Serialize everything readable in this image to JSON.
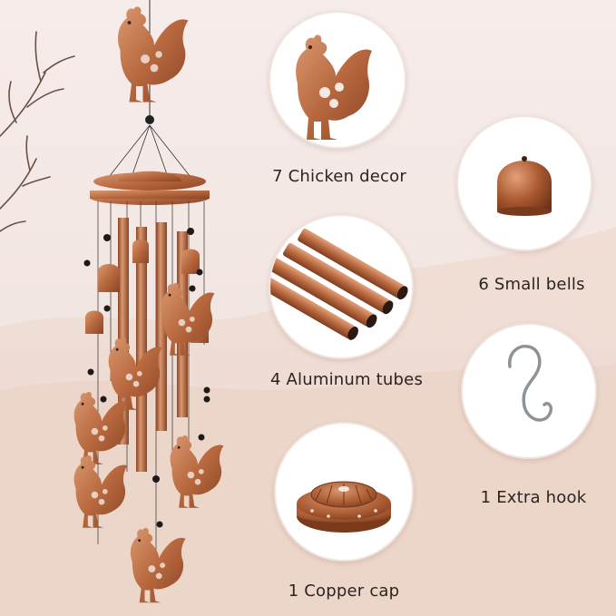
{
  "colors": {
    "copper": "#b8683e",
    "copper_dark": "#8a4526",
    "copper_light": "#d89168",
    "background_top": "#f3e7e4",
    "background_bottom": "#ecd6cb",
    "caption_text": "#2b2420",
    "hook_metal": "#8e9398"
  },
  "product": {
    "icon": "rooster-wind-chime"
  },
  "features": [
    {
      "label": "7 Chicken decor",
      "icon": "rooster-icon"
    },
    {
      "label": "6 Small bells",
      "icon": "bell-icon"
    },
    {
      "label": "4 Aluminum tubes",
      "icon": "tubes-icon"
    },
    {
      "label": "1 Extra hook",
      "icon": "hook-icon"
    },
    {
      "label": "1 Copper cap",
      "icon": "copper-cap-icon"
    }
  ]
}
